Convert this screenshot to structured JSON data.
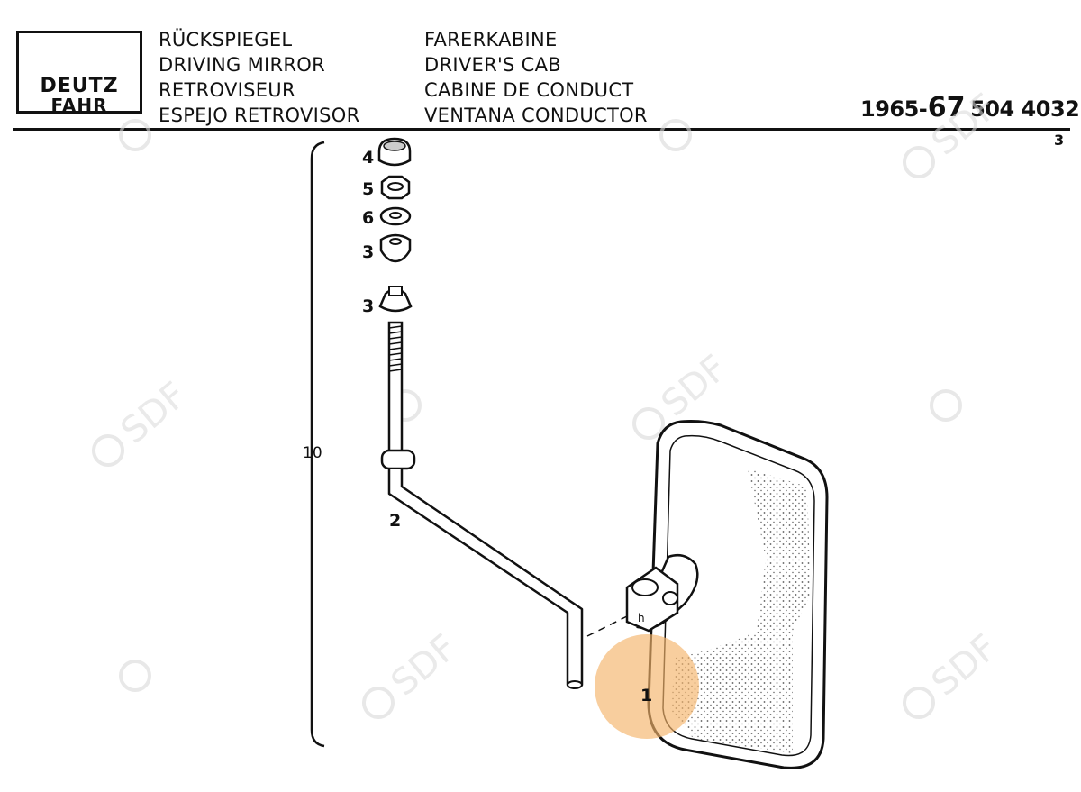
{
  "logo": {
    "line1": "DEUTZ",
    "line2": "FAHR"
  },
  "titles_left": [
    "RÜCKSPIEGEL",
    "DRIVING MIRROR",
    "RETROVISEUR",
    "ESPEJO RETROVISOR"
  ],
  "titles_right": [
    "FARERKABINE",
    "DRIVER'S CAB",
    "CABINE DE CONDUCT",
    "VENTANA CONDUCTOR"
  ],
  "part_number": {
    "year": "1965",
    "dash": "-",
    "group": "67",
    "number": "504 4032"
  },
  "page": "3",
  "callouts": {
    "c4": "4",
    "c5": "5",
    "c6": "6",
    "c3a": "3",
    "c3b": "3",
    "c10": "10",
    "c2": "2",
    "c1": "1"
  },
  "watermark": "SDF",
  "colors": {
    "ink": "#111111",
    "highlight": "#f4b36a",
    "watermark": "#d9d9d9"
  }
}
